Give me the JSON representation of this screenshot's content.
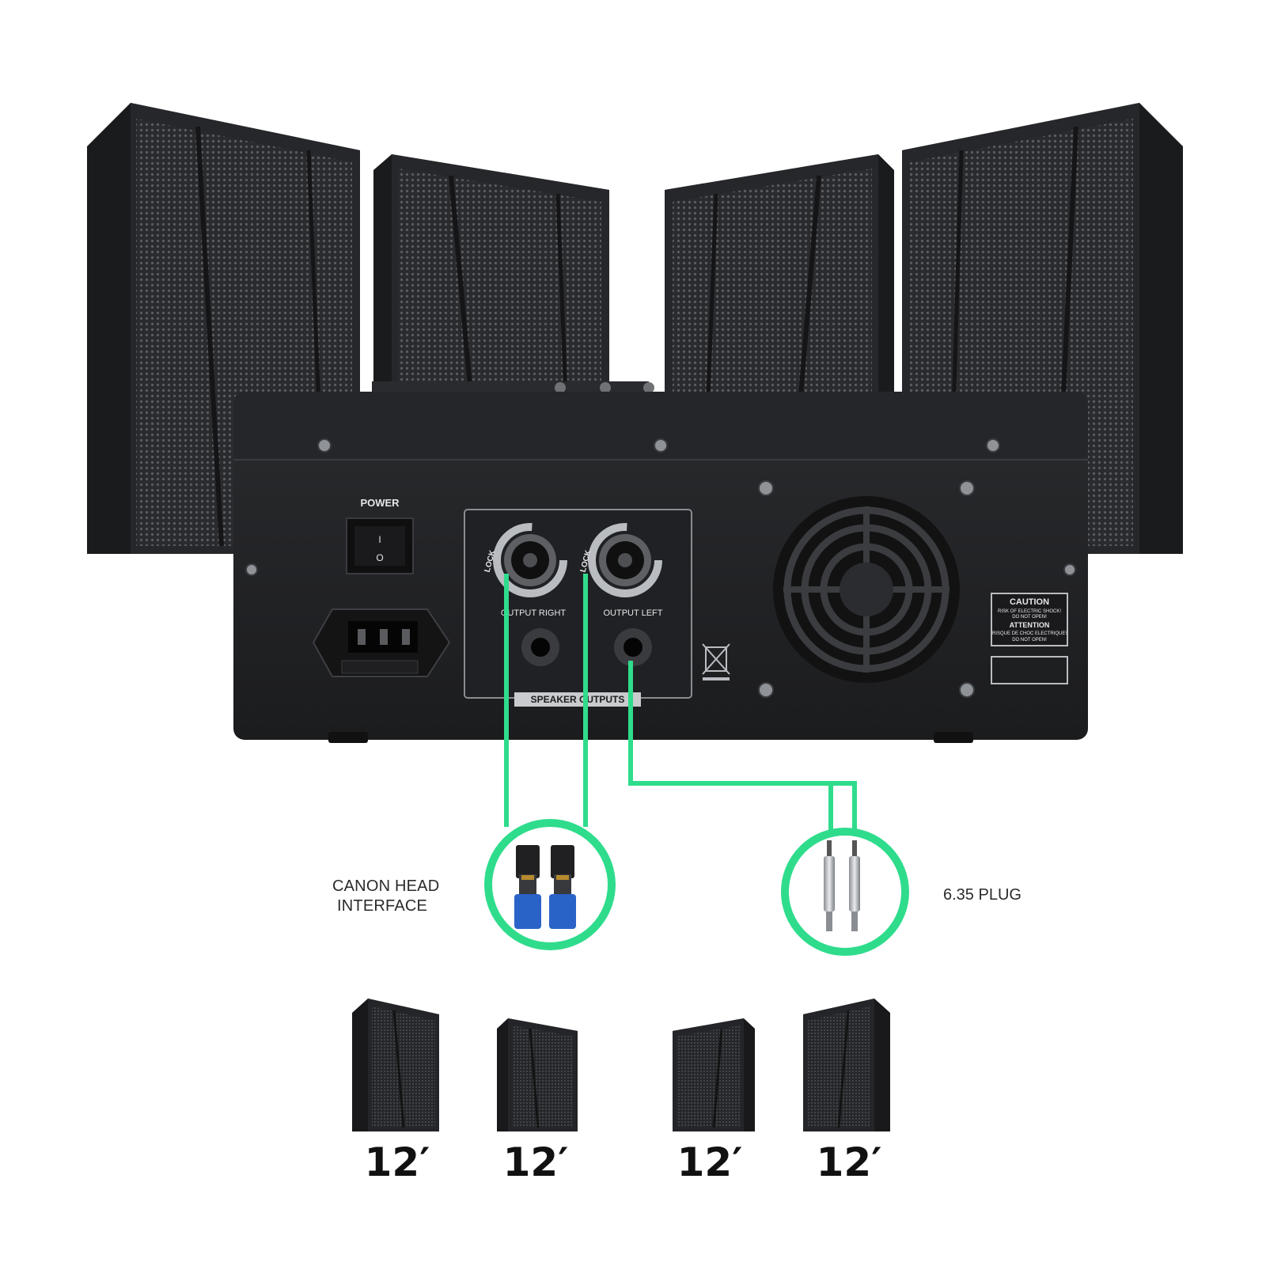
{
  "amplifier": {
    "power_label": "POWER",
    "switch_on_mark": "I",
    "switch_off_mark": "O",
    "lock_label": "LOCK",
    "output_right_label": "OUTPUT RIGHT",
    "output_left_label": "OUTPUT LEFT",
    "speaker_outputs_label": "SPEAKER OUTPUTS",
    "caution_title": "CAUTION",
    "caution_line1": "RISK OF ELECTRIC SHOCK!",
    "caution_line2": "DO NOT OPEN!",
    "attention_title": "ATTENTION",
    "attention_line1": "RISQUE DE CHOC ELECTRIQUE!",
    "attention_line2": "DO NOT OPEN!"
  },
  "connectors": {
    "canon_label_line1": "CANON HEAD",
    "canon_label_line2": "INTERFACE",
    "plug_label": "6.35 PLUG"
  },
  "speakers": [
    {
      "size": "12′"
    },
    {
      "size": "12′"
    },
    {
      "size": "12′"
    },
    {
      "size": "12′"
    }
  ],
  "colors": {
    "cable": "#2fdc8c",
    "speakon_blue": "#2a63c8",
    "chassis": "#1e1f21"
  }
}
